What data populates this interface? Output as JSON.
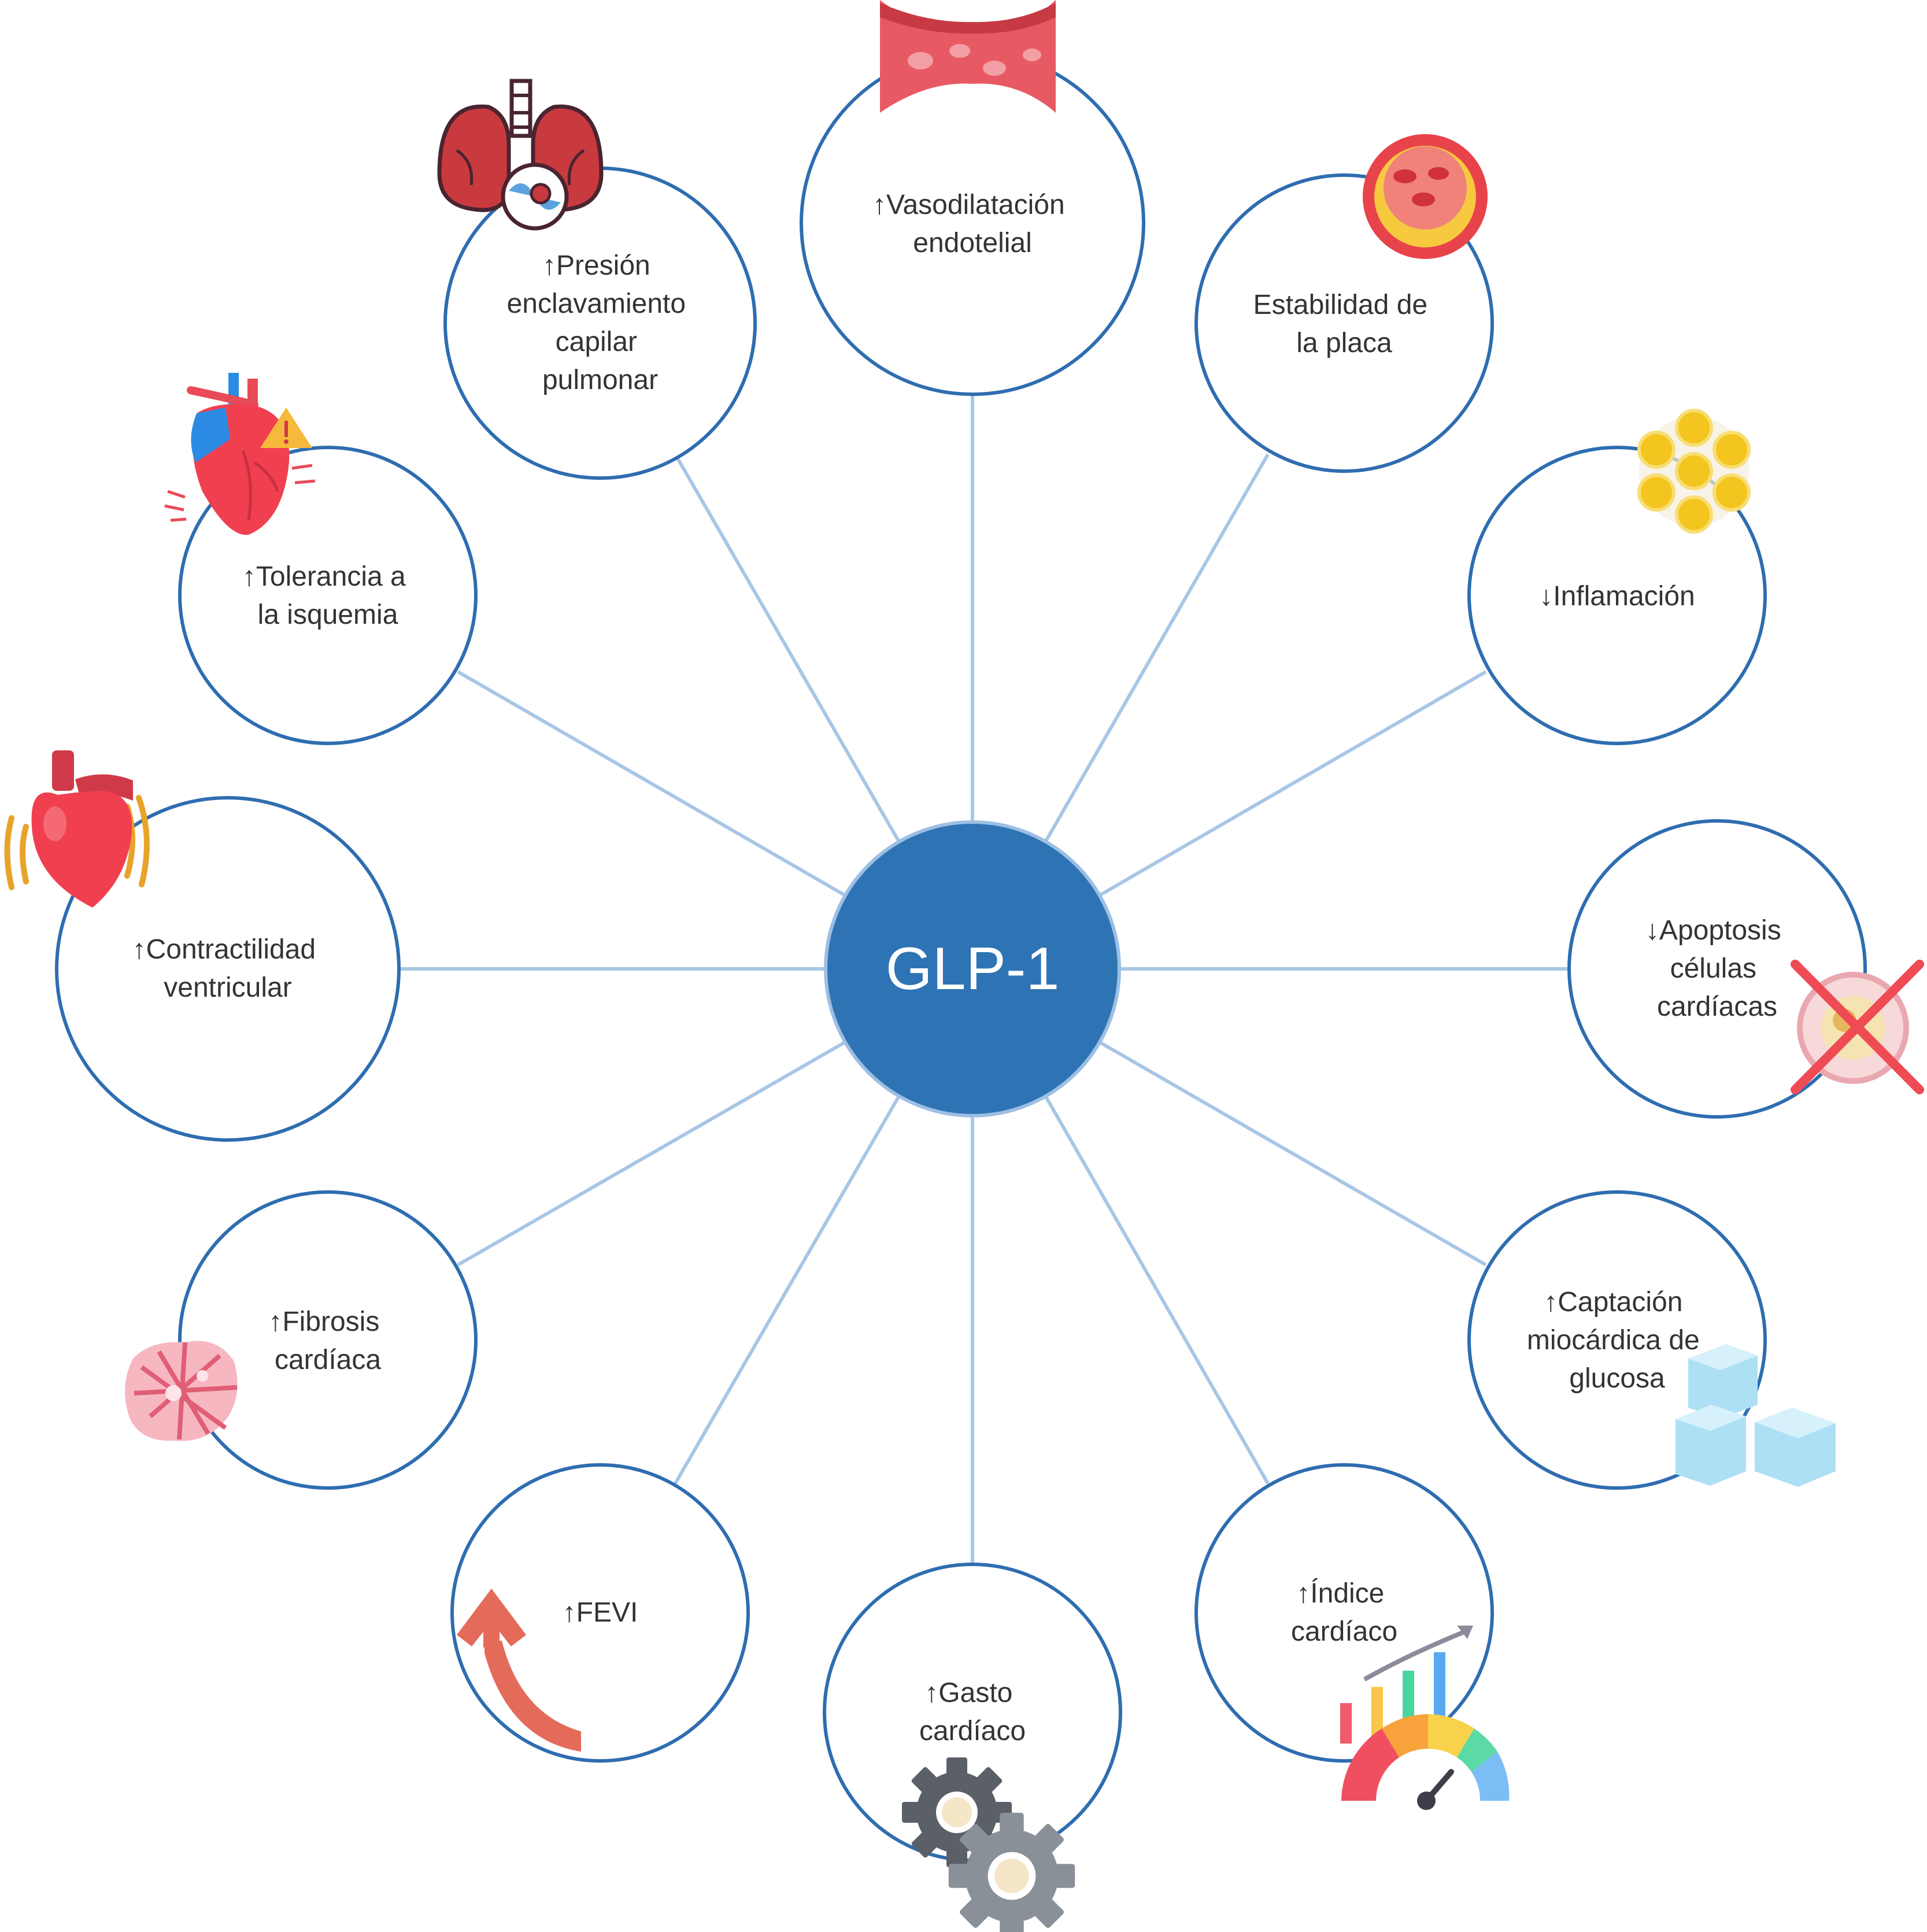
{
  "hub": {
    "label": "GLP-1",
    "color": "#2E74B5"
  },
  "colors": {
    "node_stroke": "#2E6DB0",
    "spoke": "#A8C6E6",
    "text": "#333333"
  },
  "nodes": [
    {
      "id": "vasodilatacion",
      "lines": [
        "↑Vasodilatación",
        "endotelial"
      ],
      "icon": "blood-vessel-icon"
    },
    {
      "id": "estabilidad-placa",
      "lines": [
        "Estabilidad de",
        "la placa"
      ],
      "icon": "artery-plaque-icon"
    },
    {
      "id": "inflamacion",
      "lines": [
        "↓Inflamación"
      ],
      "icon": "inflammation-cells-icon"
    },
    {
      "id": "apoptosis",
      "lines": [
        "↓Apoptosis",
        "células",
        "cardíacas"
      ],
      "icon": "crossed-cell-icon"
    },
    {
      "id": "captacion-glucosa",
      "lines": [
        "↑Captación",
        "miocárdica de",
        "glucosa"
      ],
      "icon": "sugar-cubes-icon"
    },
    {
      "id": "indice-cardiaco",
      "lines": [
        "↑Índice",
        "cardíaco"
      ],
      "icon": "gauge-chart-icon"
    },
    {
      "id": "gasto-cardiaco",
      "lines": [
        "↑Gasto",
        "cardíaco"
      ],
      "icon": "gears-icon"
    },
    {
      "id": "fevi",
      "lines": [
        "↑FEVI"
      ],
      "icon": "curved-arrow-icon"
    },
    {
      "id": "fibrosis",
      "lines": [
        "↑Fibrosis",
        "cardíaca"
      ],
      "icon": "fibrous-tissue-icon"
    },
    {
      "id": "contractilidad",
      "lines": [
        "↑Contractilidad",
        "ventricular"
      ],
      "icon": "beating-heart-icon"
    },
    {
      "id": "tolerancia-isquemia",
      "lines": [
        "↑Tolerancia a",
        "la isquemia"
      ],
      "icon": "heart-warning-icon"
    },
    {
      "id": "presion-capilar",
      "lines": [
        "↑Presión",
        "enclavamiento",
        "capilar",
        "pulmonar"
      ],
      "icon": "lungs-icon"
    }
  ]
}
